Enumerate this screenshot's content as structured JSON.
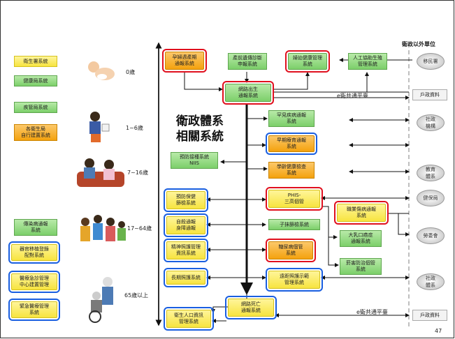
{
  "title": "衛政體系\n相關系統",
  "outside_header": "衛政以外單位",
  "page_number": "47",
  "left_systems": [
    {
      "label": "衛生署系統"
    },
    {
      "label": "健康局系統"
    },
    {
      "label": "疾管局系統"
    },
    {
      "label": "各衛生局\n自行建置系統"
    },
    {
      "label": "傳染病通報\n系統"
    },
    {
      "label": "器官移植登錄\n配對系統"
    },
    {
      "label": "醫療急診管理\n中心建置管理"
    },
    {
      "label": "緊急醫療管理\n系統"
    }
  ],
  "ages": [
    "0歲",
    "1~6歲",
    "7~16歲",
    "17~64歲",
    "65歲以上"
  ],
  "systems": {
    "pregnancy": "孕婦週產期\n通報系統",
    "genetic": "產前遺傳診斷\n申報系統",
    "maternal": "婦幼健康管理\n系統",
    "ivf": "人工協助生殖\n管理系統",
    "birth": "網路出生\n通報系統",
    "rare": "罕見疾病通報\n系統",
    "early": "早期療育通報\n系統",
    "vaccine": "預防接種系統\nNIIS",
    "student": "學齡健康檢查\n系統",
    "prevent": "預防保健\n篩檢系統",
    "phis": "PHIS-\n三高個管",
    "occupational": "職業傷病通報\n系統",
    "suicide": "自殺通報\n身障通報",
    "cervical": "子抹篩檢系統",
    "breast": "大乳口癌症\n通報系統",
    "mental": "精神照護管理\n資訊系統",
    "diabetes": "糖尿病個管\n系統",
    "tobacco": "菸害防治個管\n系統",
    "longterm": "長期照護系統",
    "telecare": "遠距照護示範\n管理系統",
    "death": "網路死亡\n通報系統",
    "population": "衛生人口資訊\n管理系統"
  },
  "exchange_label_top": "e衛共通平臺",
  "exchange_label_bottom": "e衛共通平臺",
  "outside": [
    {
      "label": "移民署"
    },
    {
      "label": "戶政資料"
    },
    {
      "label": "社政\n機構"
    },
    {
      "label": "教育\n體系"
    },
    {
      "label": "健保局"
    },
    {
      "label": "勞委會"
    },
    {
      "label": "社政\n體系"
    },
    {
      "label": "戶政資料"
    }
  ]
}
